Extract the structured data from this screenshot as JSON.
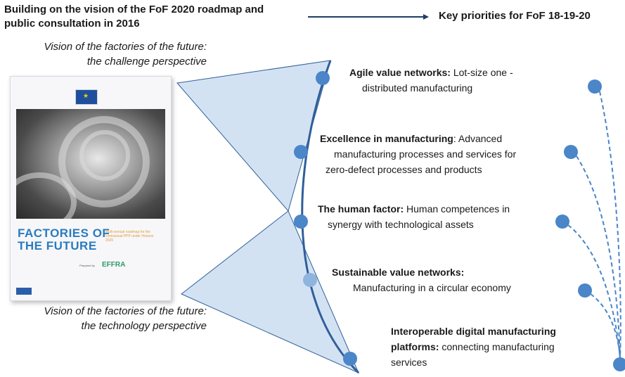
{
  "header": {
    "title_line1": "Building on the vision of the FoF 2020 roadmap and",
    "title_line2": "public consultation in 2016",
    "right_label": "Key priorities for FoF 18-19-20"
  },
  "vision_top": {
    "line1": "Vision of the factories of the future:",
    "line2": "the challenge perspective"
  },
  "vision_bottom": {
    "line1": "Vision of the factories of the future:",
    "line2": "the technology perspective"
  },
  "cover": {
    "title_line1": "FACTORIES OF",
    "title_line2": "THE FUTURE",
    "subtitle": "Multi-annual roadmap for the contractual PPP under Horizon 2020",
    "partner_label": "Prepared by",
    "partner": "EFFRA"
  },
  "priorities": [
    {
      "bold": "Agile value networks:",
      "text_line1": " Lot-size one -",
      "text_line2": "distributed manufacturing"
    },
    {
      "bold": "Excellence in manufacturing",
      "text_line1": ": Advanced",
      "text_line2": "manufacturing processes and services for",
      "text_line3": "zero-defect processes and products"
    },
    {
      "bold": "The human factor:",
      "text_line1": " Human competences in",
      "text_line2": "synergy with technological assets"
    },
    {
      "bold": "Sustainable value networks:",
      "text_line2": "Manufacturing in a circular economy"
    },
    {
      "bold_line1": "Interoperable digital manufacturing",
      "bold_line2": "platforms:",
      "text_line2": " connecting manufacturing",
      "text_line3": "services"
    }
  ],
  "colors": {
    "accent": "#4a86c8",
    "shape_fill": "#aecbea",
    "shape_stroke": "#2f5f9a",
    "arrow": "#1f3d66"
  }
}
